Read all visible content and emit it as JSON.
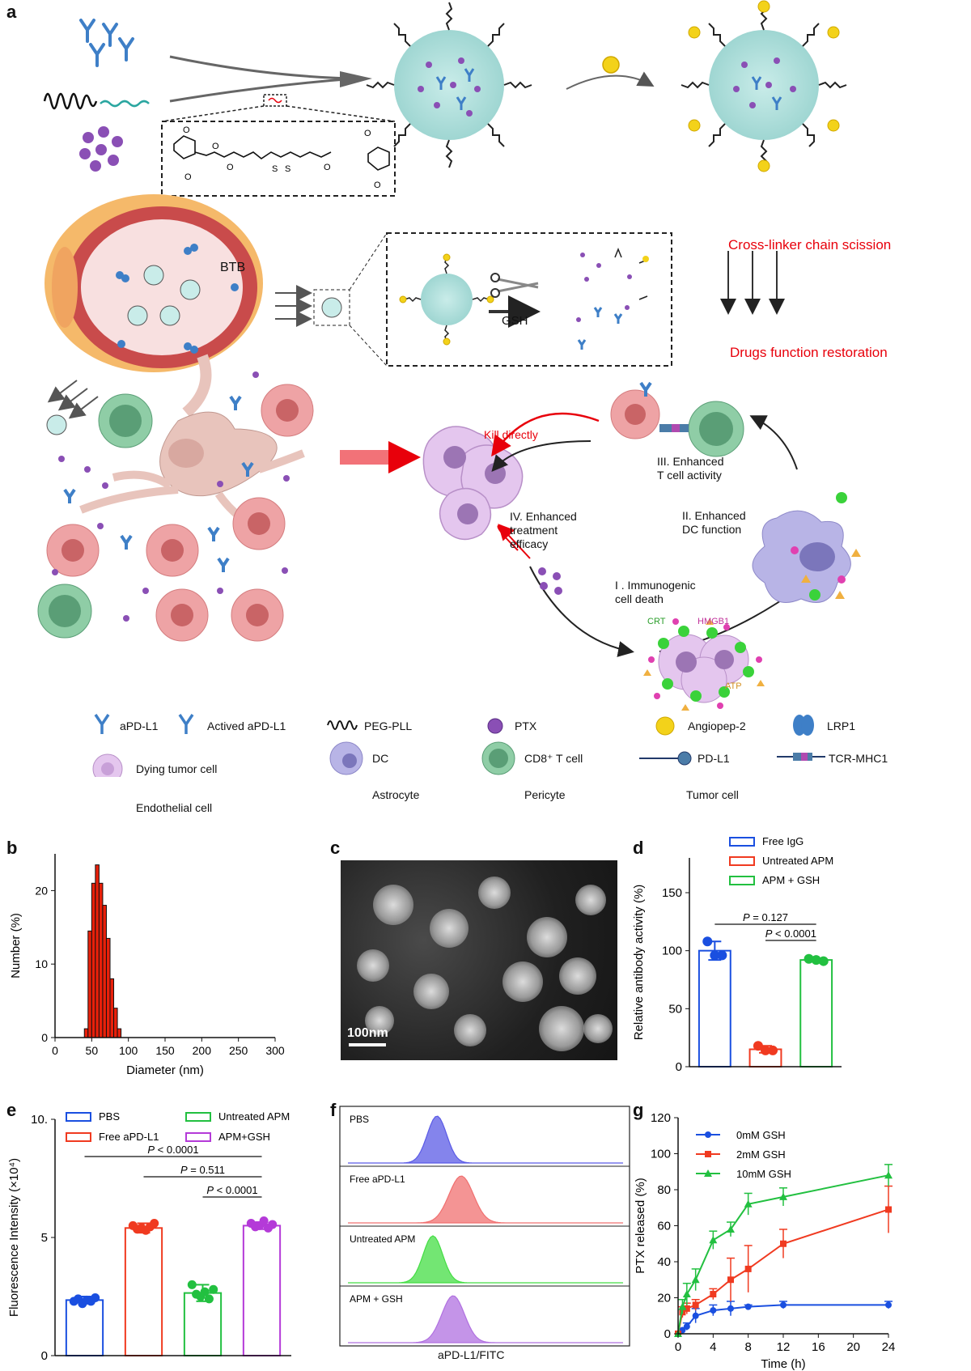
{
  "panels": {
    "a": "a",
    "b": "b",
    "c": "c",
    "d": "d",
    "e": "e",
    "f": "f",
    "g": "g"
  },
  "schematic": {
    "btb": "BTB",
    "gsh": "GSH",
    "scission": "Cross-linker chain scission",
    "restoration": "Drugs function restoration",
    "kill": "Kill directly",
    "step3_l1": "III. Enhanced",
    "step3_l2": "T cell activity",
    "step4_l1": "IV. Enhanced",
    "step4_l2": "treatment",
    "step4_l3": "efficacy",
    "step2_l1": "II. Enhanced",
    "step2_l2": "DC function",
    "step1_l1": "I . Immunogenic",
    "step1_l2": "cell death",
    "crt": "CRT",
    "hmgb1": "HMGB1",
    "atp": "ATP",
    "colors": {
      "nanoparticle": "#a9dcd8",
      "red_text": "#e8000b",
      "antibody": "#3e7fc7",
      "ptx": "#8a4fb5",
      "angiopep": "#f3d21a",
      "tumor": "#eea3a5",
      "cd8": "#6fb38a"
    }
  },
  "legend": {
    "apdl1": "aPD-L1",
    "actived": "Actived aPD-L1",
    "peg": "PEG-PLL",
    "ptx": "PTX",
    "angiopep": "Angiopep-2",
    "lrp1": "LRP1",
    "dying": "Dying tumor cell",
    "dc": "DC",
    "cd8": "CD8⁺ T cell",
    "pdl1": "PD-L1",
    "tcr": "TCR-MHC1",
    "endo": "Endothelial cell",
    "astro": "Astrocyte",
    "pericyte": "Pericyte",
    "tumor": "Tumor cell"
  },
  "panel_c": {
    "scale_bar": "100nm"
  },
  "panel_f": {
    "xlabel": "aPD-L1/FITC",
    "rows": [
      {
        "label": "PBS",
        "color": "#5b5be6"
      },
      {
        "label": "Free aPD-L1",
        "color": "#f07070"
      },
      {
        "label": "Untreated APM",
        "color": "#44dd44"
      },
      {
        "label": "APM + GSH",
        "color": "#b070e0"
      }
    ]
  },
  "chart_data": [
    {
      "id": "b",
      "type": "bar",
      "xlabel": "Diameter (nm)",
      "ylabel": "Number (%)",
      "xlim": [
        0,
        300
      ],
      "ylim": [
        0,
        25
      ],
      "xticks": [
        0,
        50,
        100,
        150,
        200,
        250,
        300
      ],
      "yticks": [
        0,
        10,
        20
      ],
      "bin_width": 5,
      "bins": [
        {
          "x": 40,
          "y": 1.2
        },
        {
          "x": 45,
          "y": 14.5
        },
        {
          "x": 50,
          "y": 21.0
        },
        {
          "x": 55,
          "y": 23.5
        },
        {
          "x": 60,
          "y": 21.0
        },
        {
          "x": 65,
          "y": 18.0
        },
        {
          "x": 70,
          "y": 13.5
        },
        {
          "x": 75,
          "y": 8.0
        },
        {
          "x": 80,
          "y": 4.0
        },
        {
          "x": 85,
          "y": 1.2
        }
      ],
      "color": "#e8200a"
    },
    {
      "id": "d",
      "type": "bar",
      "ylabel": "Relative antibody activity (%)",
      "ylim": [
        0,
        180
      ],
      "yticks": [
        0,
        50,
        100,
        150
      ],
      "series": [
        {
          "name": "Free IgG",
          "mean": 100,
          "sd": 8,
          "points": [
            108,
            96,
            96
          ],
          "color": "#1a4fe0"
        },
        {
          "name": "Untreated APM",
          "mean": 15,
          "sd": 3,
          "points": [
            18,
            14,
            14
          ],
          "color": "#f03a20"
        },
        {
          "name": "APM + GSH",
          "mean": 92,
          "sd": 1.5,
          "points": [
            93,
            92,
            91
          ],
          "color": "#22c040"
        }
      ],
      "annotations": [
        {
          "text": "P = 0.127",
          "from": 0,
          "to": 2
        },
        {
          "text": "P < 0.0001",
          "from": 1,
          "to": 2
        }
      ]
    },
    {
      "id": "e",
      "type": "bar",
      "ylabel": "Fluorescence Intensity (×10⁴)",
      "ylim": [
        0,
        10
      ],
      "yticks": [
        0,
        5,
        10
      ],
      "ytick_labels": [
        "0",
        "5",
        "10."
      ],
      "series": [
        {
          "name": "PBS",
          "mean": 2.35,
          "sd": 0.15,
          "points": [
            2.3,
            2.4,
            2.2,
            2.35,
            2.3,
            2.45
          ],
          "color": "#1a4fe0"
        },
        {
          "name": "Free aPD-L1",
          "mean": 5.4,
          "sd": 0.2,
          "points": [
            5.5,
            5.35,
            5.4,
            5.3,
            5.45,
            5.6
          ],
          "color": "#f03a20"
        },
        {
          "name": "Untreated APM",
          "mean": 2.65,
          "sd": 0.35,
          "points": [
            3.0,
            2.6,
            2.5,
            2.7,
            2.4,
            2.8
          ],
          "color": "#22c040"
        },
        {
          "name": "APM+GSH",
          "mean": 5.5,
          "sd": 0.15,
          "points": [
            5.6,
            5.45,
            5.5,
            5.7,
            5.4,
            5.55
          ],
          "color": "#b43ad8"
        }
      ],
      "annotations": [
        {
          "text": "P < 0.0001",
          "from": 0,
          "to": 3
        },
        {
          "text": "P = 0.511",
          "from": 1,
          "to": 3
        },
        {
          "text": "P < 0.0001",
          "from": 2,
          "to": 3
        }
      ]
    },
    {
      "id": "g",
      "type": "line",
      "xlabel": "Time (h)",
      "ylabel": "PTX released (%)",
      "xlim": [
        0,
        24
      ],
      "ylim": [
        0,
        120
      ],
      "xticks": [
        0,
        4,
        8,
        12,
        16,
        20,
        24
      ],
      "yticks": [
        0,
        20,
        40,
        60,
        80,
        100,
        120
      ],
      "series": [
        {
          "name": "0mM GSH",
          "color": "#1a4fe0",
          "marker": "circle",
          "x": [
            0,
            0.5,
            1,
            2,
            4,
            6,
            8,
            12,
            24
          ],
          "y": [
            0,
            2,
            4,
            10,
            13,
            14,
            15,
            16,
            16
          ],
          "err": [
            0,
            1,
            2,
            4,
            3,
            4,
            1,
            2,
            2
          ]
        },
        {
          "name": "2mM GSH",
          "color": "#f03a20",
          "marker": "square",
          "x": [
            0,
            0.5,
            1,
            2,
            4,
            6,
            8,
            12,
            24
          ],
          "y": [
            0,
            12,
            14,
            16,
            22,
            30,
            36,
            50,
            69
          ],
          "err": [
            0,
            3,
            3,
            3,
            3,
            12,
            13,
            8,
            13
          ]
        },
        {
          "name": "10mM GSH",
          "color": "#22c040",
          "marker": "triangle",
          "x": [
            0,
            0.5,
            1,
            2,
            4,
            6,
            8,
            12,
            24
          ],
          "y": [
            0,
            15,
            22,
            30,
            52,
            58,
            72,
            76,
            88
          ],
          "err": [
            0,
            4,
            6,
            6,
            5,
            4,
            6,
            5,
            6
          ]
        }
      ]
    }
  ]
}
